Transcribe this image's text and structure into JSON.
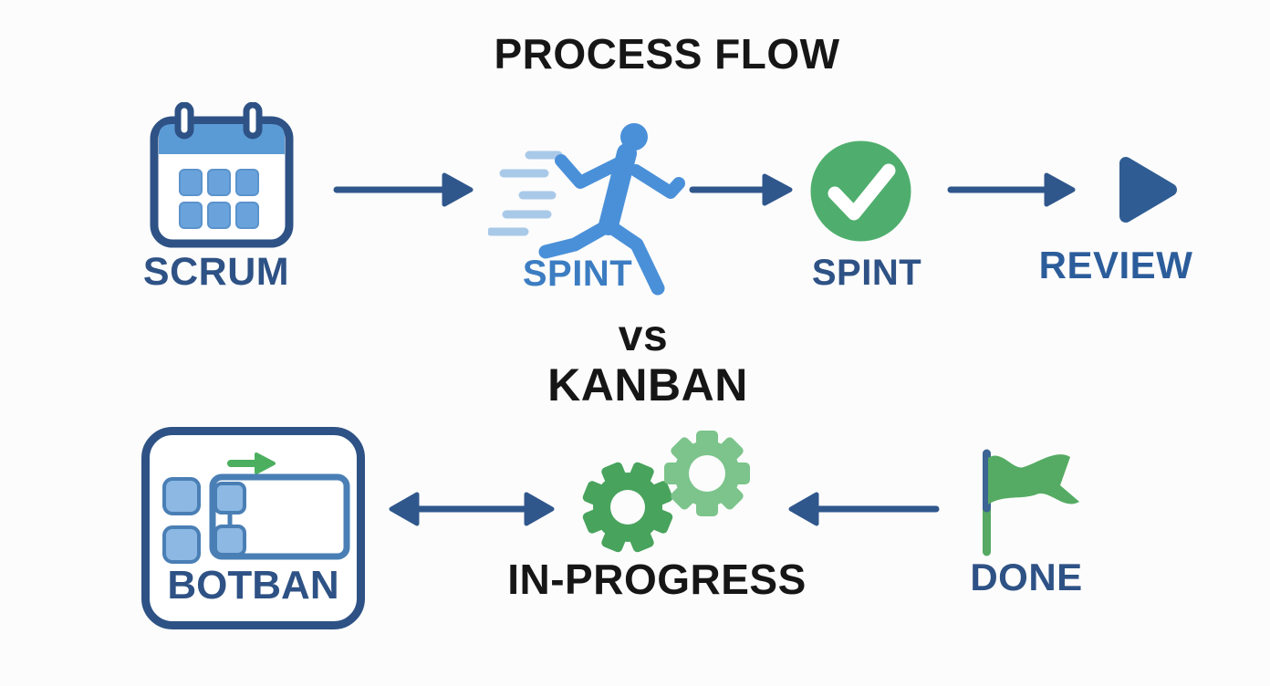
{
  "title": "PROCESS FLOW",
  "comparison": {
    "vs_label": "vs",
    "kanban_label": "KANBAN"
  },
  "scrum_flow": {
    "steps": [
      {
        "label": "SCRUM",
        "icon": "calendar-icon"
      },
      {
        "label": "SPINT",
        "icon": "running-person-icon"
      },
      {
        "label": "SPINT",
        "icon": "check-circle-icon"
      },
      {
        "label": "REVIEW",
        "icon": "play-icon"
      }
    ]
  },
  "kanban_flow": {
    "steps": [
      {
        "label": "BOTBAN",
        "icon": "kanban-board-icon"
      },
      {
        "label": "IN-PROGRESS",
        "icon": "gears-icon"
      },
      {
        "label": "DONE",
        "icon": "flag-icon"
      }
    ]
  },
  "colors": {
    "navy": "#2e5285",
    "runner_blue": "#4a90d9",
    "speed_line_blue": "#a9c9e9",
    "calendar_header_blue": "#5b9bd5",
    "calendar_square_blue": "#6aa3dc",
    "check_green": "#4fae6d",
    "gear_dark_green": "#48a35d",
    "gear_light_green": "#7cc48b",
    "flag_green": "#55ab63",
    "board_square_blue": "#8cb8e3",
    "board_stroke_blue": "#4a7fb5",
    "inner_arrow_green": "#4caf5f",
    "heading_black": "#161616",
    "review_blue": "#2c5d9b",
    "sprint_label_blue": "#3c7dc2"
  }
}
